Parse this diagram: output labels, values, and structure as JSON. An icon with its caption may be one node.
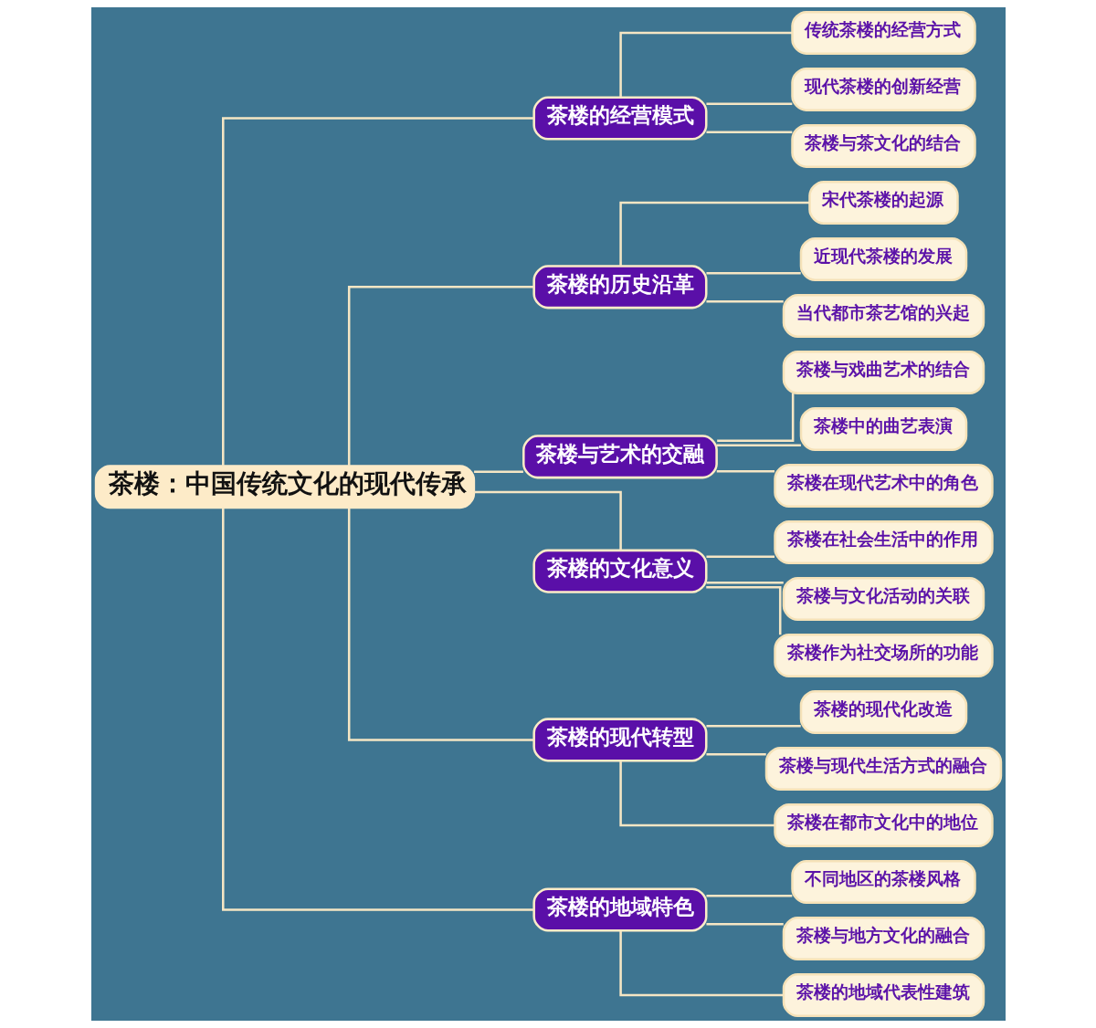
{
  "diagram": {
    "nodes": [
      {
        "text": [
          "茶楼：中国传统文化的现代传承"
        ]
      },
      {
        "text": [
          "茶楼的经营模式"
        ]
      },
      {
        "text": [
          "传统茶楼的经营方式"
        ]
      },
      {
        "text": [
          "现代茶楼的创新经营"
        ]
      },
      {
        "text": [
          "茶楼与茶文化的结合"
        ]
      },
      {
        "text": [
          "茶楼的历史沿革"
        ]
      },
      {
        "text": [
          "宋代茶楼的起源"
        ]
      },
      {
        "text": [
          "近现代茶楼的发展"
        ]
      },
      {
        "text": [
          "当代都市茶艺馆的兴起"
        ]
      },
      {
        "text": [
          "茶楼与艺术的交融"
        ]
      },
      {
        "text": [
          "茶楼与戏曲艺术的结合"
        ]
      },
      {
        "text": [
          "茶楼中的曲艺表演"
        ]
      },
      {
        "text": [
          "茶楼在现代艺术中的角色"
        ]
      },
      {
        "text": [
          "茶楼的文化意义"
        ]
      },
      {
        "text": [
          "茶楼在社会生活中的作用"
        ]
      },
      {
        "text": [
          "茶楼与文化活动的关联"
        ]
      },
      {
        "text": [
          "茶楼作为社交场所的功能"
        ]
      },
      {
        "text": [
          "茶楼的现代转型"
        ]
      },
      {
        "text": [
          "茶楼的现代化改造"
        ]
      },
      {
        "text": [
          "茶楼与现代生活方式的融合"
        ]
      },
      {
        "text": [
          "茶楼在都市文化中的地位"
        ]
      },
      {
        "text": [
          "茶楼的地域特色"
        ]
      },
      {
        "text": [
          "不同地区的茶楼风格"
        ]
      },
      {
        "text": [
          "茶楼与地方文化的融合"
        ]
      },
      {
        "text": [
          "茶楼的地域代表性建筑"
        ]
      }
    ],
    "edges": [
      {
        "from": 0,
        "to": 1,
        "arrow": "none"
      },
      {
        "from": 1,
        "to": 2,
        "arrow": "none"
      },
      {
        "from": 1,
        "to": 3,
        "arrow": "none"
      },
      {
        "from": 1,
        "to": 4,
        "arrow": "none"
      },
      {
        "from": 0,
        "to": 5,
        "arrow": "none"
      },
      {
        "from": 5,
        "to": 6,
        "arrow": "none"
      },
      {
        "from": 5,
        "to": 7,
        "arrow": "none"
      },
      {
        "from": 5,
        "to": 8,
        "arrow": "none"
      },
      {
        "from": 0,
        "to": 9,
        "arrow": "none"
      },
      {
        "from": 9,
        "to": 10,
        "arrow": "none"
      },
      {
        "from": 9,
        "to": 11,
        "arrow": "none"
      },
      {
        "from": 9,
        "to": 12,
        "arrow": "none"
      },
      {
        "from": 0,
        "to": 13,
        "arrow": "none"
      },
      {
        "from": 13,
        "to": 14,
        "arrow": "none"
      },
      {
        "from": 13,
        "to": 15,
        "arrow": "none"
      },
      {
        "from": 13,
        "to": 16,
        "arrow": "none"
      },
      {
        "from": 0,
        "to": 17,
        "arrow": "none"
      },
      {
        "from": 17,
        "to": 18,
        "arrow": "none"
      },
      {
        "from": 17,
        "to": 19,
        "arrow": "none"
      },
      {
        "from": 17,
        "to": 20,
        "arrow": "none"
      },
      {
        "from": 0,
        "to": 21,
        "arrow": "none"
      },
      {
        "from": 21,
        "to": 22,
        "arrow": "none"
      },
      {
        "from": 21,
        "to": 23,
        "arrow": "none"
      },
      {
        "from": 21,
        "to": 24,
        "arrow": "none"
      }
    ]
  }
}
